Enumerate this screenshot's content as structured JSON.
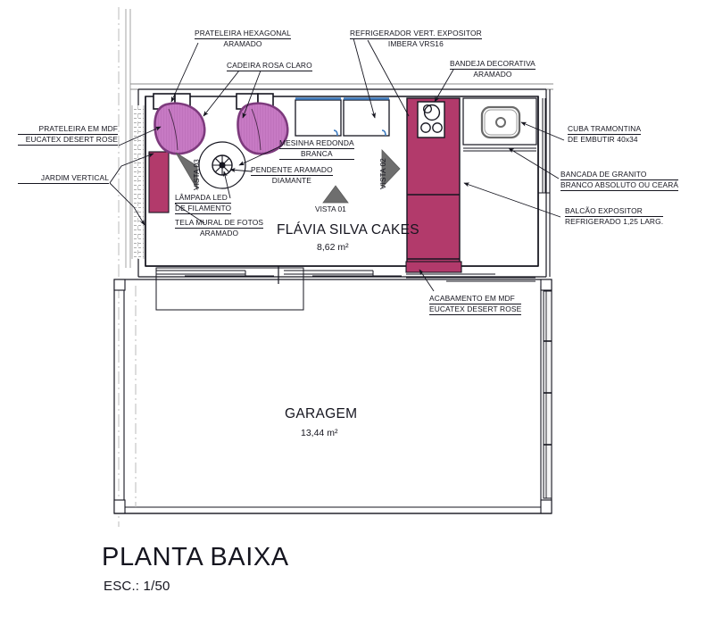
{
  "drawing": {
    "title": "PLANTA BAIXA",
    "scale_label": "ESC.: 1/50",
    "colors": {
      "cabinet_magenta": "#b23a6b",
      "chair_pink": "#c77ac4",
      "chair_outline": "#7d3a7d",
      "line_black": "#15151f",
      "accent_blue": "#3f7cc0",
      "arrow_gray": "#6e6e6e"
    }
  },
  "rooms": [
    {
      "name": "FLÁVIA SILVA CAKES",
      "area": "8,62 m²"
    },
    {
      "name": "GARAGEM",
      "area": "13,44 m²"
    }
  ],
  "view_markers": [
    {
      "label": "VISTA 03",
      "direction": "left"
    },
    {
      "label": "VISTA 02",
      "direction": "right"
    },
    {
      "label": "VISTA 01",
      "direction": "up"
    }
  ],
  "annotations": [
    {
      "id": "prateleira-hexagonal",
      "line1": "PRATELEIRA HEXAGONAL",
      "line2": "ARAMADO"
    },
    {
      "id": "cadeira-rosa-claro",
      "line1": "CADEIRA ROSA CLARO",
      "line2": ""
    },
    {
      "id": "refrigerador-vert-expositor",
      "line1": "REFRIGERADOR VERT. EXPOSITOR",
      "line2": "IMBERA VRS16"
    },
    {
      "id": "bandeja-decorativa",
      "line1": "BANDEJA DECORATIVA",
      "line2": "ARAMADO"
    },
    {
      "id": "prateleira-em-mdf",
      "line1": "PRATELEIRA EM MDF",
      "line2": "EUCATEX DESERT ROSE"
    },
    {
      "id": "jardim-vertical",
      "line1": "JARDIM VERTICAL",
      "line2": ""
    },
    {
      "id": "mesinha-redonda",
      "line1": "MESINHA REDONDA",
      "line2": "BRANCA"
    },
    {
      "id": "pendente-aramado",
      "line1": "PENDENTE ARAMADO",
      "line2": "DIAMANTE"
    },
    {
      "id": "lampada-led",
      "line1": "LÂMPADA LED",
      "line2": "DE FILAMENTO"
    },
    {
      "id": "tela-mural-de-fotos",
      "line1": "TELA MURAL DE FOTOS",
      "line2": "ARAMADO"
    },
    {
      "id": "cuba-tramontina",
      "line1": "CUBA TRAMONTINA",
      "line2": "DE EMBUTIR 40x34"
    },
    {
      "id": "bancada-de-granito",
      "line1": "BANCADA DE GRANITO",
      "line2": "BRANCO ABSOLUTO OU CEARÁ"
    },
    {
      "id": "balcao-expositor",
      "line1": "BALCÃO EXPOSITOR",
      "line2": "REFRIGERADO 1,25 LARG."
    },
    {
      "id": "acabamento-em-mdf",
      "line1": "ACABAMENTO EM MDF",
      "line2": "EUCATEX DESERT ROSE"
    }
  ]
}
